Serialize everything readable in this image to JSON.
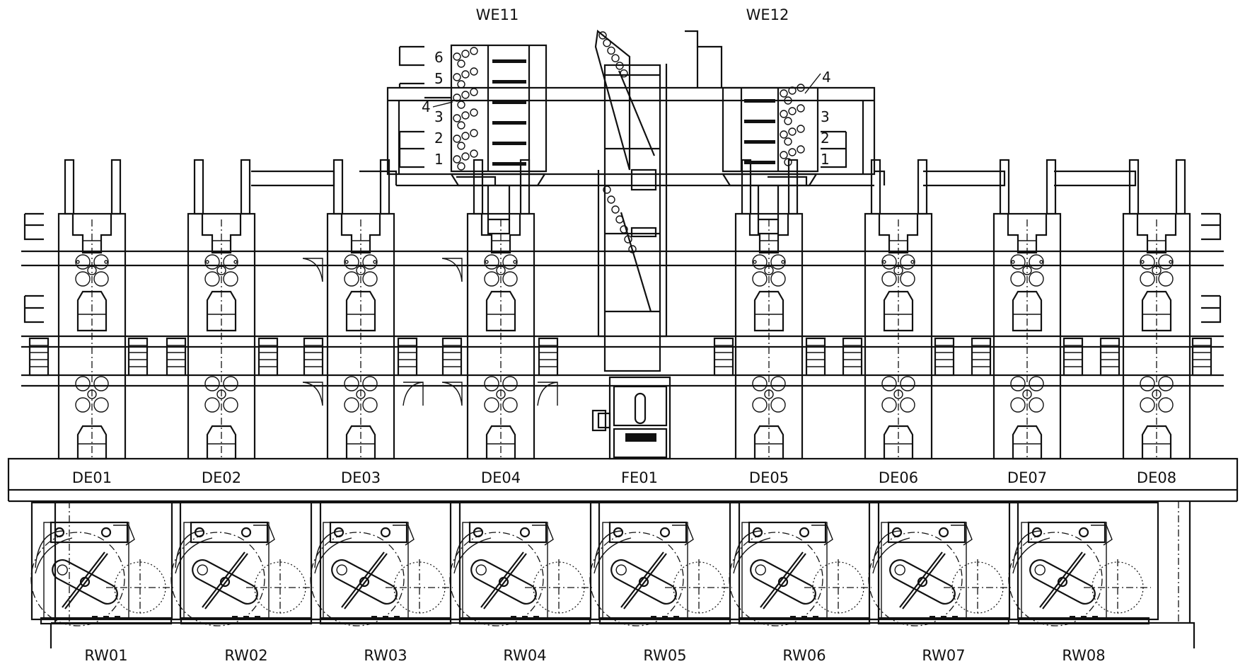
{
  "top_units": [
    {
      "id": "we11",
      "label": "WE11",
      "levels": [
        "6",
        "5",
        "4",
        "3",
        "2",
        "1"
      ],
      "side": "left"
    },
    {
      "id": "we12",
      "label": "WE12",
      "levels": [
        "4",
        "3",
        "2",
        "1"
      ],
      "side": "right"
    }
  ],
  "main_units": [
    {
      "id": "de01",
      "label": "DE01"
    },
    {
      "id": "de02",
      "label": "DE02"
    },
    {
      "id": "de03",
      "label": "DE03"
    },
    {
      "id": "de04",
      "label": "DE04"
    },
    {
      "id": "fe01",
      "label": "FE01"
    },
    {
      "id": "de05",
      "label": "DE05"
    },
    {
      "id": "de06",
      "label": "DE06"
    },
    {
      "id": "de07",
      "label": "DE07"
    },
    {
      "id": "de08",
      "label": "DE08"
    }
  ],
  "rewinders": [
    {
      "id": "rw01",
      "label": "RW01"
    },
    {
      "id": "rw02",
      "label": "RW02"
    },
    {
      "id": "rw03",
      "label": "RW03"
    },
    {
      "id": "rw04",
      "label": "RW04"
    },
    {
      "id": "rw05",
      "label": "RW05"
    },
    {
      "id": "rw06",
      "label": "RW06"
    },
    {
      "id": "rw07",
      "label": "RW07"
    },
    {
      "id": "rw08",
      "label": "RW08"
    }
  ]
}
